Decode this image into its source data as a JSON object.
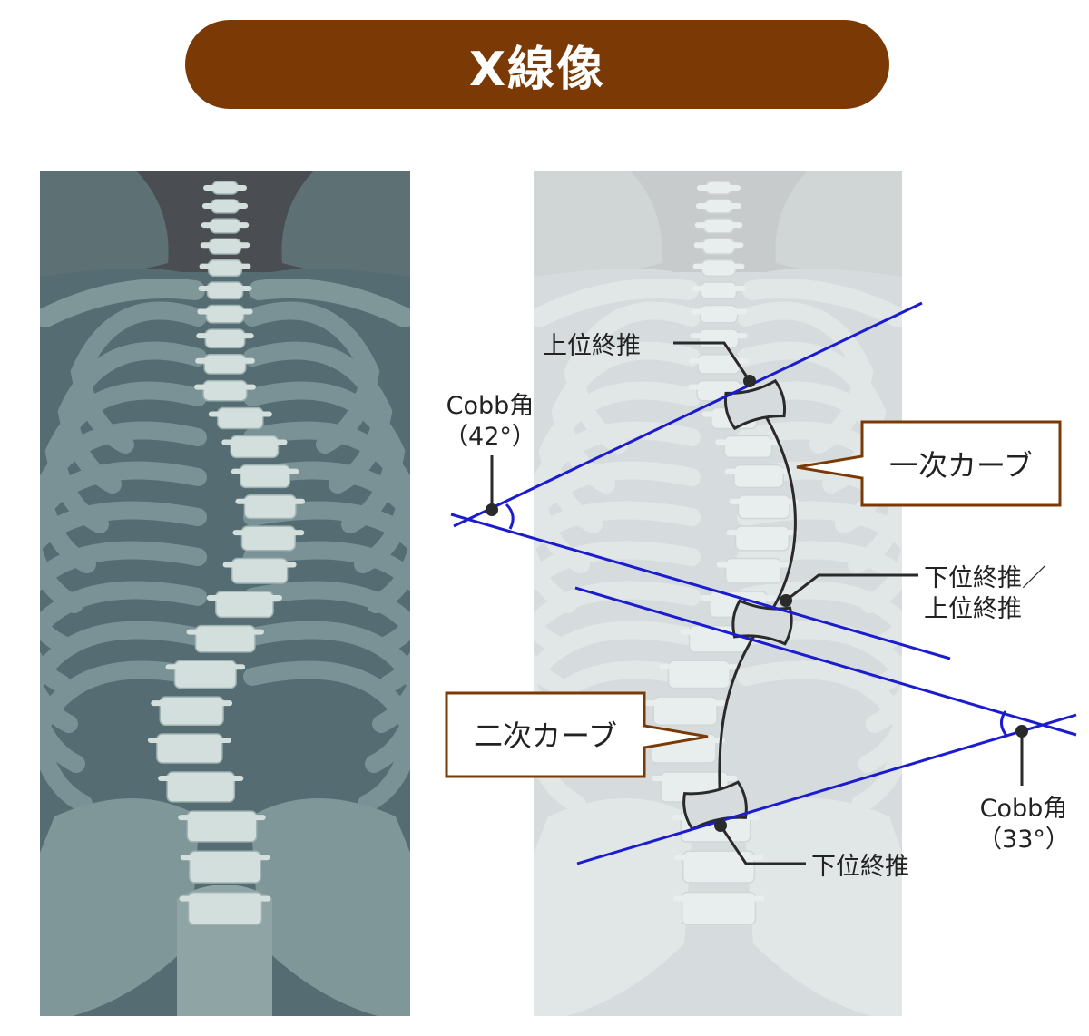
{
  "title": "X線像",
  "labels": {
    "upper_end_vertebra": "上位終推",
    "lower_end_vertebra": "下位終推",
    "lower_upper_line1": "下位終推／",
    "lower_upper_line2": "上位終推",
    "cobb_label": "Cobb角",
    "cobb_angle_1": "（42°）",
    "cobb_angle_2": "（33°）",
    "primary_curve": "一次カーブ",
    "secondary_curve": "二次カーブ"
  },
  "colors": {
    "title_bg": "#7b3a05",
    "xray_bg": "#546c72",
    "xray_top": "#4a4e52",
    "bone": "#a9bdbd",
    "bone_light": "#d3dfdd",
    "diagram_bg": "#d6dcdd",
    "measure_line": "#1c1ccf",
    "curve_line": "#2a2a2a",
    "callout_border": "#7b3a05"
  }
}
